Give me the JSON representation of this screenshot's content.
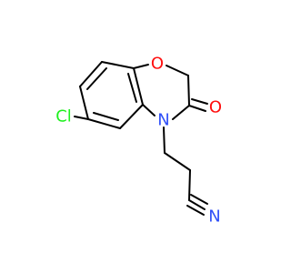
{
  "atoms": {
    "O1": {
      "label": "O",
      "color": "#ff0d0d"
    },
    "Cl": {
      "label": "Cl",
      "color": "#1ff01f"
    },
    "N": {
      "label": "N",
      "color": "#3050f8"
    },
    "O2": {
      "label": "O",
      "color": "#ff0d0d"
    },
    "N2": {
      "label": "N",
      "color": "#3050f8"
    }
  },
  "colors": {
    "bond": "#000000",
    "background": "#ffffff"
  }
}
